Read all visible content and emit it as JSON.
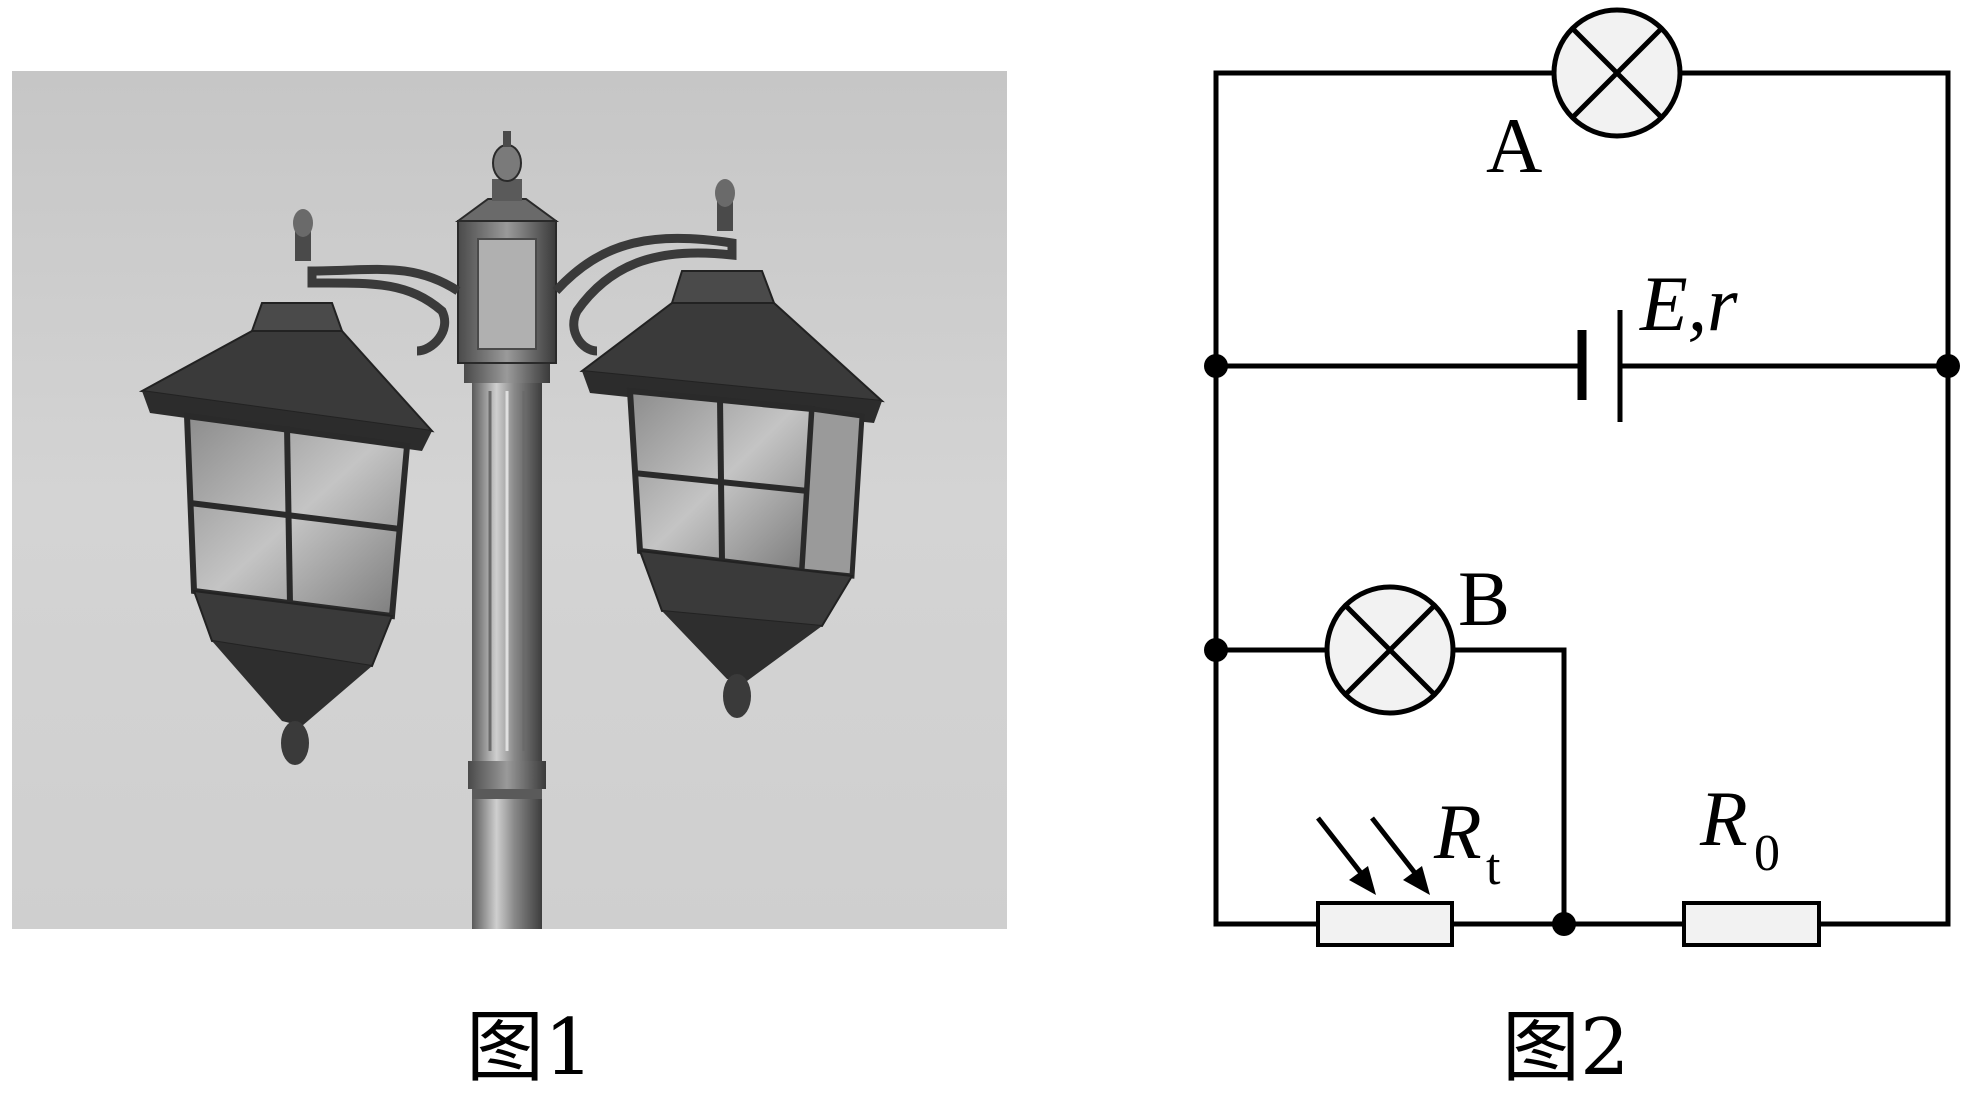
{
  "figure1": {
    "caption": "图1"
  },
  "figure2": {
    "caption": "图2",
    "lamp_a_label": "A",
    "lamp_b_label": "B",
    "source_label": "E,r",
    "rt_label": "R",
    "rt_subscript": "t",
    "r0_label": "R",
    "r0_subscript": "0"
  }
}
